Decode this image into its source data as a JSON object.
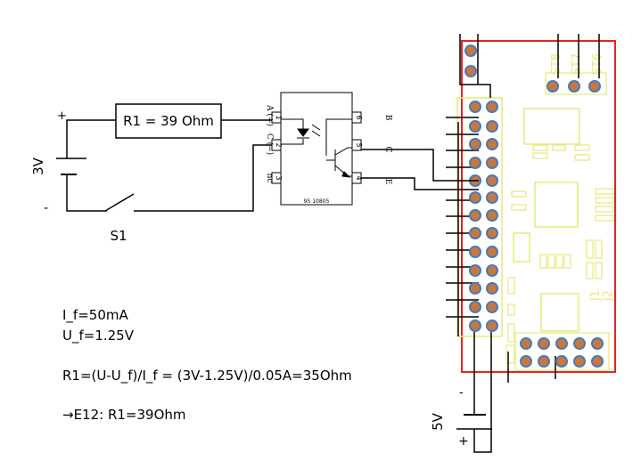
{
  "circuit": {
    "resistor_label": "R1 = 39 Ohm",
    "battery_label": "3V",
    "battery_plus": "+",
    "battery_minus": "-",
    "switch_label": "S1"
  },
  "optocoupler": {
    "pin1_name": "A (+)",
    "pin2_name": "C (−)",
    "pin3_name": "nc",
    "pin4_name": "E",
    "pin5_name": "C",
    "pin6_name": "B",
    "pin1": "1",
    "pin2": "2",
    "pin3": "3",
    "pin4": "4",
    "pin5": "5",
    "pin6": "6",
    "part_number": "95 10805",
    "out_c": "C",
    "out_e": "E"
  },
  "module": {
    "st8": "ST8",
    "st7": "ST7",
    "st6": "ST6",
    "j1": "J1",
    "j2": "J2"
  },
  "supply": {
    "label": "5V",
    "minus": "-",
    "plus": "+"
  },
  "calculation": {
    "line1": "I_f=50mA",
    "line2": "U_f=1.25V",
    "line3": "R1=(U-U_f)/I_f = (3V-1.25V)/0.05A=35Ohm",
    "line4": "→E12: R1=39Ohm"
  },
  "colors": {
    "wire": "#000000",
    "board": "#e52222",
    "silk": "#e6ea7a",
    "pad": "#c8783c",
    "pad_ring": "#4a7ab8"
  }
}
